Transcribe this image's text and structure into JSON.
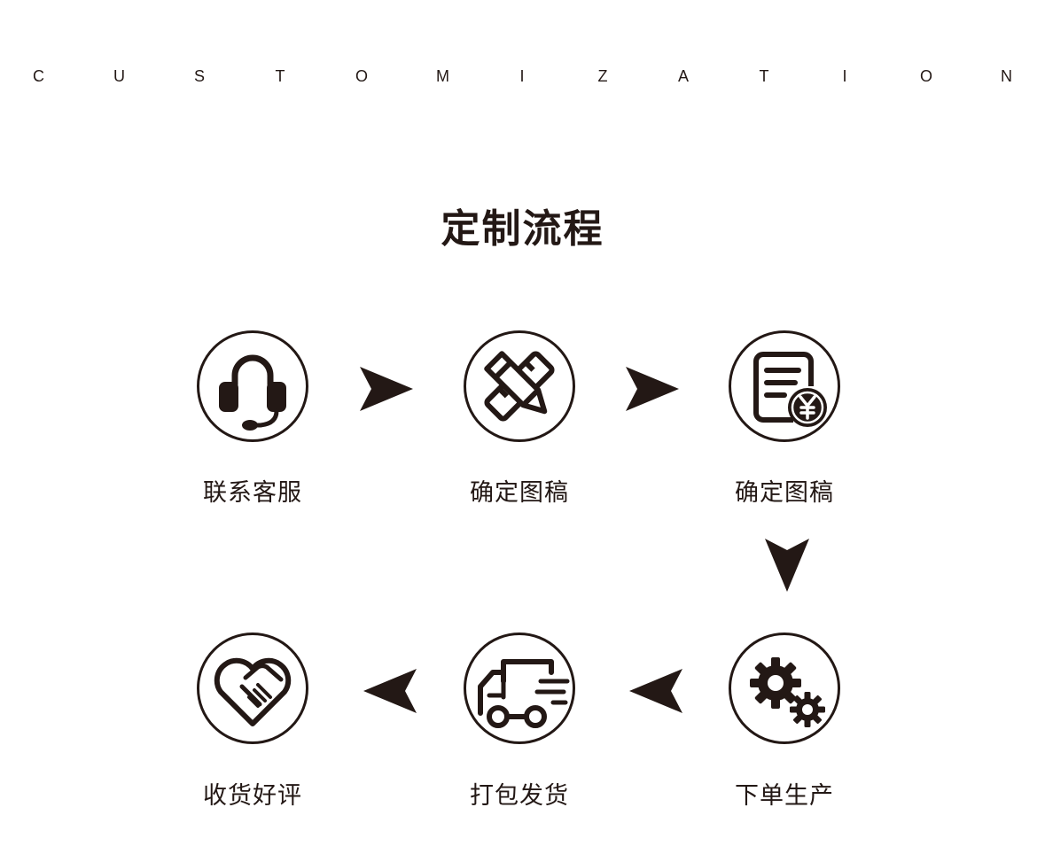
{
  "banner": {
    "letters": [
      "C",
      "U",
      "S",
      "T",
      "O",
      "M",
      "I",
      "Z",
      "A",
      "T",
      "I",
      "O",
      "N"
    ]
  },
  "title": "定制流程",
  "steps": [
    {
      "label": "联系客服",
      "icon": "headset-icon"
    },
    {
      "label": "确定图稿",
      "icon": "pencil-ruler-icon"
    },
    {
      "label": "确定图稿",
      "icon": "invoice-yuan-icon"
    },
    {
      "label": "下单生产",
      "icon": "gears-icon"
    },
    {
      "label": "打包发货",
      "icon": "delivery-truck-icon"
    },
    {
      "label": "收货好评",
      "icon": "heart-handshake-icon"
    }
  ],
  "colors": {
    "ink": "#231815",
    "background": "#ffffff"
  }
}
